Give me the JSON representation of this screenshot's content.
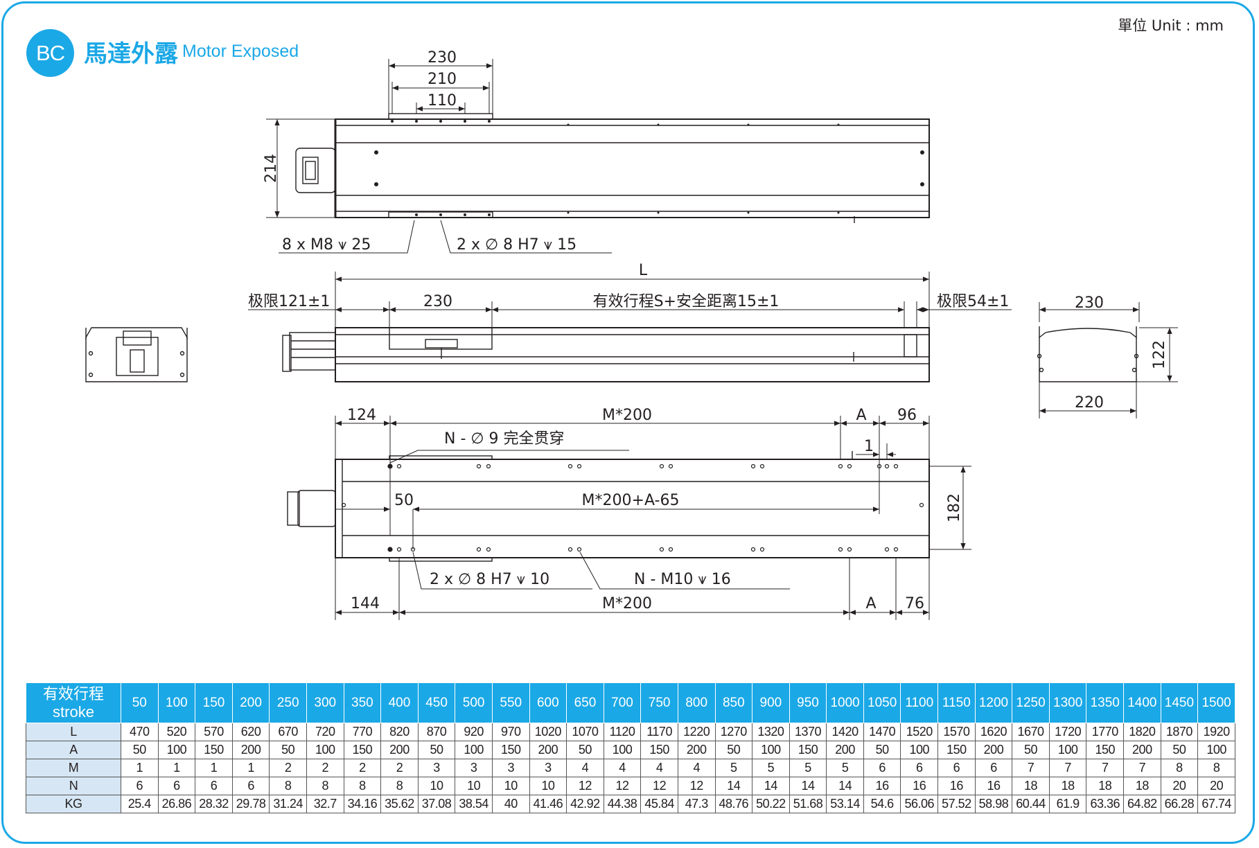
{
  "header": {
    "badge": "BC",
    "title_zh": "馬達外露",
    "title_en": "Motor Exposed",
    "unit": "單位 Unit : mm"
  },
  "top_view": {
    "dims": [
      "230",
      "210",
      "110",
      "214"
    ],
    "callout_left": "8 x M8 ⩛ 25",
    "callout_right": "2 x ∅ 8 H7 ⩛ 15"
  },
  "side_view": {
    "dim_L": "L",
    "limit_left": "极限121±1",
    "carriage": "230",
    "stroke": "有效行程S+安全距离15±1",
    "limit_right": "极限54±1"
  },
  "end_view": {
    "top_width": "230",
    "height": "122",
    "bottom_width": "220"
  },
  "bottom_view": {
    "top_left": "124",
    "top_mid": "M*200",
    "top_A": "A",
    "top_right": "96",
    "small_one": "1",
    "callout_holes": "N - ∅ 9 完全贯穿",
    "dim_50": "50",
    "dim_mid": "M*200+A-65",
    "dim_182": "182",
    "callout_pin": "2 x ∅ 8 H7 ⩛ 10",
    "callout_thread": "N - M10 ⩛ 16",
    "bot_left": "144",
    "bot_mid": "M*200",
    "bot_A": "A",
    "bot_right": "76"
  },
  "table": {
    "header_zh": "有效行程",
    "header_en": "stroke",
    "strokes": [
      "50",
      "100",
      "150",
      "200",
      "250",
      "300",
      "350",
      "400",
      "450",
      "500",
      "550",
      "600",
      "650",
      "700",
      "750",
      "800",
      "850",
      "900",
      "950",
      "1000",
      "1050",
      "1100",
      "1150",
      "1200",
      "1250",
      "1300",
      "1350",
      "1400",
      "1450",
      "1500"
    ],
    "rows": [
      {
        "label": "L",
        "values": [
          "470",
          "520",
          "570",
          "620",
          "670",
          "720",
          "770",
          "820",
          "870",
          "920",
          "970",
          "1020",
          "1070",
          "1120",
          "1170",
          "1220",
          "1270",
          "1320",
          "1370",
          "1420",
          "1470",
          "1520",
          "1570",
          "1620",
          "1670",
          "1720",
          "1770",
          "1820",
          "1870",
          "1920"
        ]
      },
      {
        "label": "A",
        "values": [
          "50",
          "100",
          "150",
          "200",
          "50",
          "100",
          "150",
          "200",
          "50",
          "100",
          "150",
          "200",
          "50",
          "100",
          "150",
          "200",
          "50",
          "100",
          "150",
          "200",
          "50",
          "100",
          "150",
          "200",
          "50",
          "100",
          "150",
          "200",
          "50",
          "100"
        ]
      },
      {
        "label": "M",
        "values": [
          "1",
          "1",
          "1",
          "1",
          "2",
          "2",
          "2",
          "2",
          "3",
          "3",
          "3",
          "3",
          "4",
          "4",
          "4",
          "4",
          "5",
          "5",
          "5",
          "5",
          "6",
          "6",
          "6",
          "6",
          "7",
          "7",
          "7",
          "7",
          "8",
          "8"
        ]
      },
      {
        "label": "N",
        "values": [
          "6",
          "6",
          "6",
          "6",
          "8",
          "8",
          "8",
          "8",
          "10",
          "10",
          "10",
          "10",
          "12",
          "12",
          "12",
          "12",
          "14",
          "14",
          "14",
          "14",
          "16",
          "16",
          "16",
          "16",
          "18",
          "18",
          "18",
          "18",
          "20",
          "20"
        ]
      },
      {
        "label": "KG",
        "values": [
          "25.4",
          "26.86",
          "28.32",
          "29.78",
          "31.24",
          "32.7",
          "34.16",
          "35.62",
          "37.08",
          "38.54",
          "40",
          "41.46",
          "42.92",
          "44.38",
          "45.84",
          "47.3",
          "48.76",
          "50.22",
          "51.68",
          "53.14",
          "54.6",
          "56.06",
          "57.52",
          "58.98",
          "60.44",
          "61.9",
          "63.36",
          "64.82",
          "66.28",
          "67.74"
        ]
      }
    ]
  }
}
